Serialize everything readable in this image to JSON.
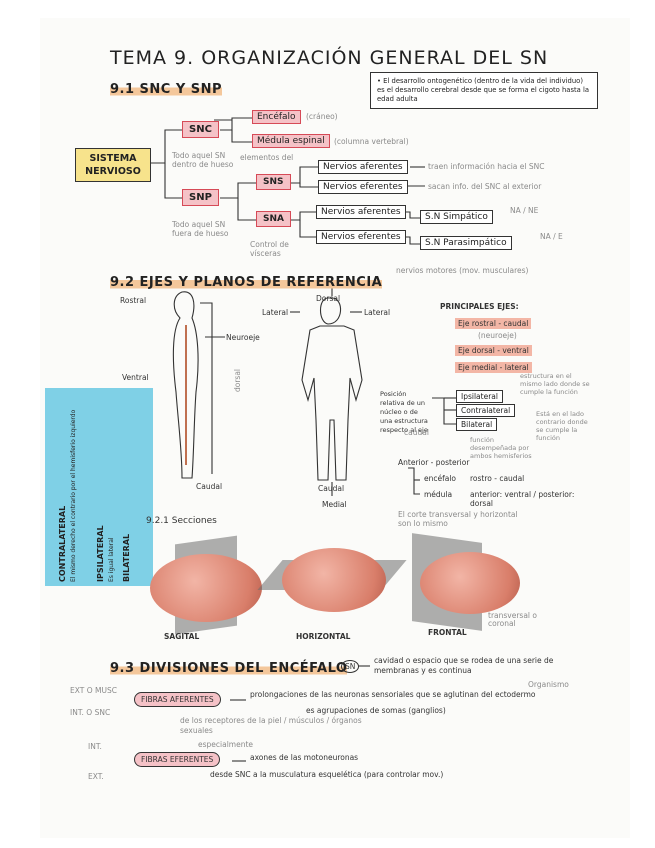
{
  "title": "TEMA 9. ORGANIZACIÓN GENERAL DEL SN",
  "s1": {
    "heading": "9.1 SNC Y SNP",
    "note": "• El desarrollo ontogenético (dentro de la vida del individuo) es el desarrollo cerebral desde que se forma el cigoto hasta la edad adulta",
    "sistema": "SISTEMA NERVIOSO",
    "snc": "SNC",
    "snc_desc": "Todo aquel SN dentro de hueso",
    "snp": "SNP",
    "snp_desc": "Todo aquel SN fuera de hueso",
    "encefalo": "Encéfalo",
    "encefalo_note": "(cráneo)",
    "medula": "Médula espinal",
    "medula_note": "(columna vertebral)",
    "sns": "SNS",
    "sns_note": "elementos del",
    "sna": "SNA",
    "sna_note": "Control de vísceras",
    "aferentes1": "Nervios aferentes",
    "aferentes1_note": "traen información hacia el SNC",
    "eferentes1": "Nervios eferentes",
    "eferentes1_note": "sacan info. del SNC al exterior",
    "aferentes2": "Nervios aferentes",
    "eferentes2": "Nervios eferentes",
    "simpatico": "S.N Simpático",
    "simpatico_note": "NA / NE",
    "parasimpatico": "S.N Parasimpático",
    "parasimpatico_note": "NA / E",
    "motores": "nervios motores (mov. musculares)"
  },
  "s2": {
    "heading": "9.2 EJES Y PLANOS DE REFERENCIA",
    "rostral": "Rostral",
    "neuroeje": "Neuroeje",
    "ventral": "Ventral",
    "dorsal_side": "dorsal",
    "caudal1": "Caudal",
    "dorsal": "Dorsal",
    "lateral_l": "Lateral",
    "lateral_r": "Lateral",
    "caudal2": "Caudal",
    "medial": "Medial",
    "principales": "PRINCIPALES EJES:",
    "eje1": "Eje rostral - caudal",
    "eje1_sub": "(neuroeje)",
    "eje2": "Eje dorsal - ventral",
    "eje3": "Eje medial - lateral",
    "posicion": "Posición relativa de un núcleo o de una estructura respecto al eje",
    "caudal_small": "caudal",
    "ipsilateral": "Ipsilateral",
    "ipsi_note": "estructura en el mismo lado donde se cumple la función",
    "contralateral": "Contralateral",
    "contra_note": "Está en el lado contrario donde se cumple la función",
    "bilateral": "Bilateral",
    "bilateral_note": "función desempeñada por ambos hemisferios",
    "anterior": "Anterior - posterior",
    "encefalo": "encéfalo",
    "encefalo_val": "rostro - caudal",
    "medula": "médula",
    "medula_val": "anterior: ventral / posterior: dorsal",
    "corte": "El corte transversal y horizontal son lo mismo",
    "secciones": "9.2.1 Secciones",
    "sagital": "SAGITAL",
    "horizontal": "HORIZONTAL",
    "frontal": "FRONTAL",
    "transversal": "transversal o coronal",
    "sticky_contra": "CONTRALATERAL",
    "sticky_contra_note": "El mismo derecho el contrario por el hemisferio izquierdo",
    "sticky_ipsi": "IPSILATERAL",
    "sticky_ipsi_note": "Es igual lateral",
    "sticky_bi": "BILATERAL"
  },
  "s3": {
    "heading": "9.3 DIVISIONES DEL ENCÉFALO",
    "sn_circle": "SN",
    "cavidad": "cavidad o espacio que se rodea de una serie de membranas y es continua",
    "ext_musc": "EXT O MUSC",
    "int_snc": "INT. O SNC",
    "fibras_af": "FIBRAS AFERENTES",
    "af_text": "prolongaciones de las neuronas sensoriales que se aglutinan del ectodermo",
    "af_text2": "es agrupaciones de somas (ganglios)",
    "af_sub": "de los receptores de la piel / músculos / órganos sexuales",
    "organismo": "Organismo",
    "int": "INT.",
    "ext": "EXT.",
    "especialmente": "especialmente",
    "fibras_ef": "FIBRAS EFERENTES",
    "ef_text": "axones de las motoneuronas",
    "ef_sub": "desde SNC a la musculatura esquelética (para controlar mov.)"
  }
}
